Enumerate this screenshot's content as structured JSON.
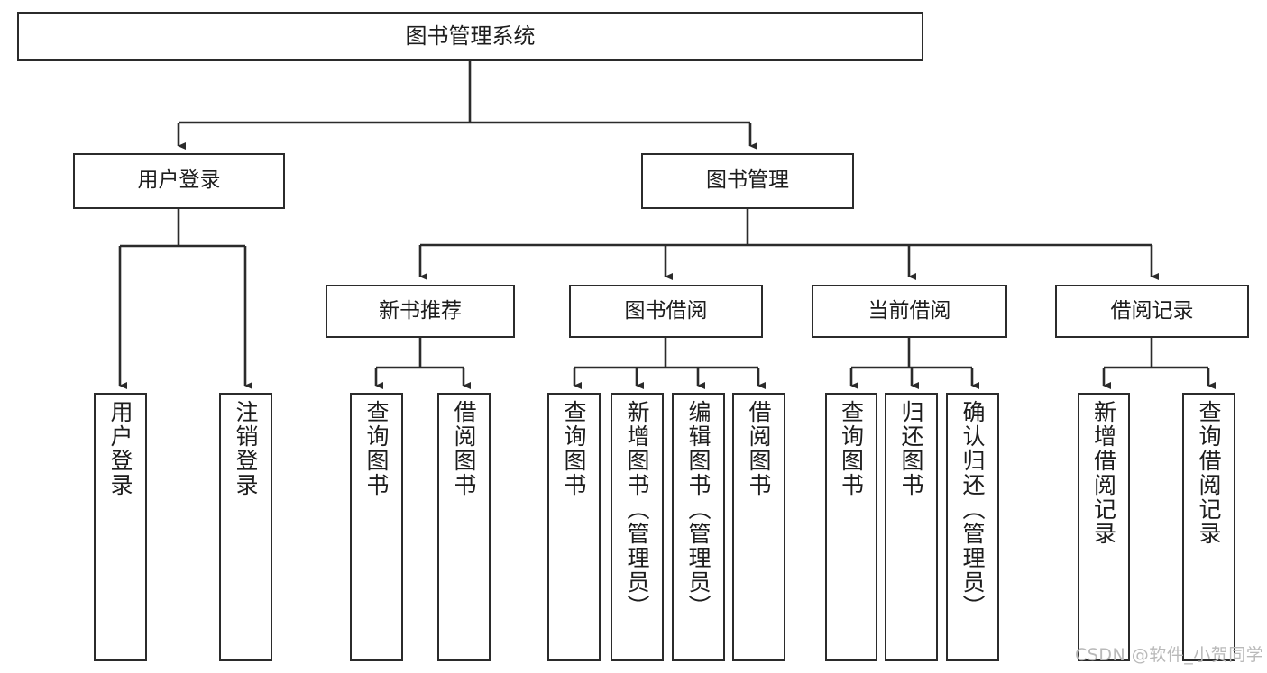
{
  "diagram": {
    "title": "图书管理系统",
    "type": "tree-hierarchy-chart",
    "root": {
      "label": "图书管理系统"
    },
    "level2": [
      {
        "label": "用户登录"
      },
      {
        "label": "图书管理"
      }
    ],
    "level3": [
      {
        "label": "新书推荐"
      },
      {
        "label": "图书借阅"
      },
      {
        "label": "当前借阅"
      },
      {
        "label": "借阅记录"
      }
    ],
    "leaves": {
      "user_login": [
        {
          "label": "用户登录"
        },
        {
          "label": "注销登录"
        }
      ],
      "new_book_recommend": [
        {
          "label": "查询图书"
        },
        {
          "label": "借阅图书"
        }
      ],
      "book_borrow": [
        {
          "label": "查询图书"
        },
        {
          "label": "新增图书（管理员）"
        },
        {
          "label": "编辑图书（管理员）"
        },
        {
          "label": "借阅图书"
        }
      ],
      "current_borrow": [
        {
          "label": "查询图书"
        },
        {
          "label": "归还图书"
        },
        {
          "label": "确认归还（管理员）"
        }
      ],
      "borrow_record": [
        {
          "label": "新增借阅记录"
        },
        {
          "label": "查询借阅记录"
        }
      ]
    }
  },
  "watermark": {
    "text": "CSDN @软件_小贺同学"
  },
  "colors": {
    "box_border": "#2b2b2b",
    "box_fill": "#ffffff",
    "edge": "#2b2b2b",
    "text": "#1d1d1d",
    "watermark": "#b9b9b9",
    "background": "#ffffff"
  }
}
